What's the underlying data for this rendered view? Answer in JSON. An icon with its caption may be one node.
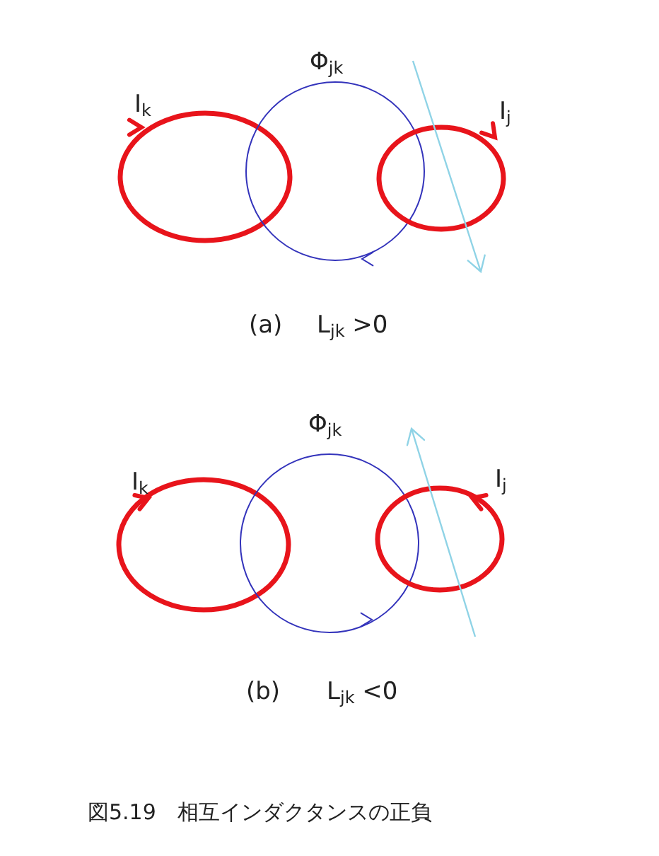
{
  "diagram": {
    "caption": "図5.19　相互インダクタンスの正負",
    "labels": [
      "Φ$_{jk}$",
      "I$_{k}$",
      "I$_{j}$",
      "(a)",
      "L$_{jk}$ >0",
      "Φ$_{jk}$",
      "I$_{k}$",
      "I$_{j}$",
      "(b)",
      "L$_{jk}$ <0"
    ]
  }
}
